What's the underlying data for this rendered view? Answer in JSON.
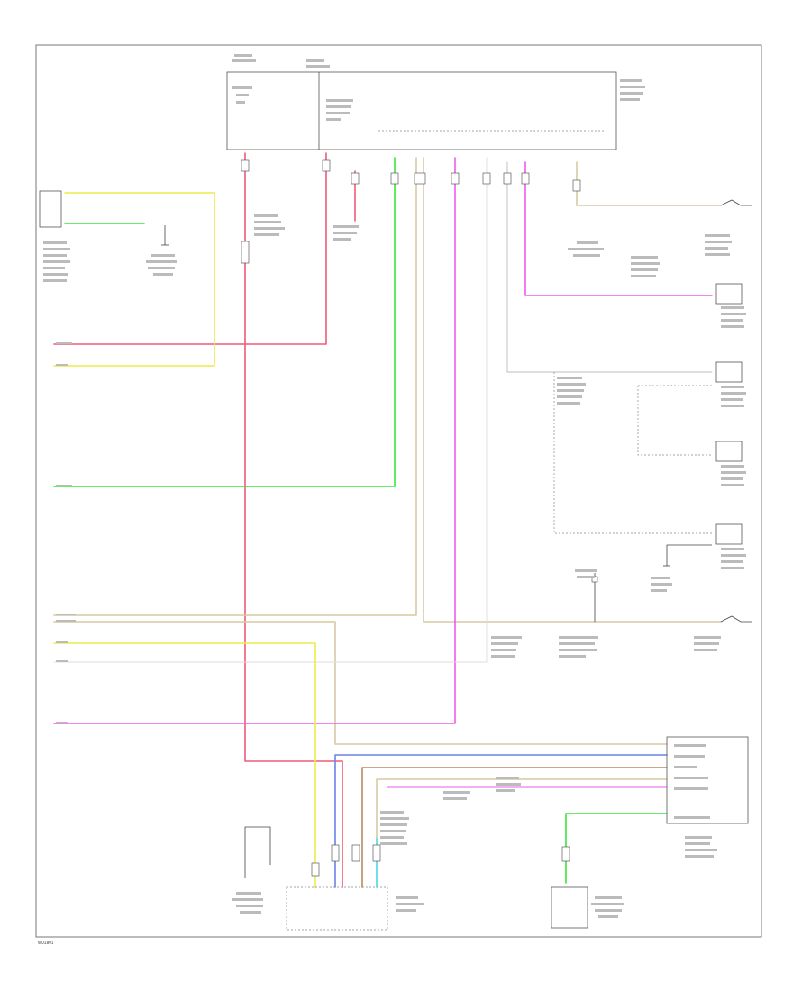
{
  "figure_code": "W01891",
  "colors": {
    "red_black": "#f05a78",
    "yellow": "#ecec4a",
    "light_green": "#38e638",
    "tan": "#d7c9a4",
    "pink": "#ee5aee",
    "gray": "#bcbcbc",
    "white": "#dddddd",
    "blue": "#6a84e6",
    "brown": "#b88a5e",
    "light_blue": "#4ad8e6",
    "black": "#444444"
  },
  "wires": [
    {
      "id": "w-red-main",
      "color": "red_black"
    },
    {
      "id": "w-red-ignition",
      "color": "red_black"
    },
    {
      "id": "w-red-feed",
      "color": "red_black"
    },
    {
      "id": "w-yellow-sensor",
      "color": "yellow"
    },
    {
      "id": "w-green-signal",
      "color": "light_green"
    },
    {
      "id": "w-tan-a",
      "color": "tan"
    },
    {
      "id": "w-tan-b",
      "color": "tan"
    },
    {
      "id": "w-pink-upper",
      "color": "pink"
    },
    {
      "id": "w-pink-lower",
      "color": "pink"
    },
    {
      "id": "w-gray-ajar",
      "color": "gray"
    },
    {
      "id": "w-white-ajar",
      "color": "white"
    },
    {
      "id": "w-yellow-lower",
      "color": "yellow"
    },
    {
      "id": "w-blue-feed",
      "color": "blue"
    },
    {
      "id": "w-brown-feed",
      "color": "brown"
    },
    {
      "id": "w-lightblue-feed",
      "color": "light_blue"
    },
    {
      "id": "w-green-bottom",
      "color": "light_green"
    },
    {
      "id": "w-yellow-top",
      "color": "yellow"
    },
    {
      "id": "w-green-sensor",
      "color": "light_green"
    },
    {
      "id": "w-tan-right",
      "color": "tan"
    },
    {
      "id": "w-tan-brake",
      "color": "tan"
    }
  ]
}
